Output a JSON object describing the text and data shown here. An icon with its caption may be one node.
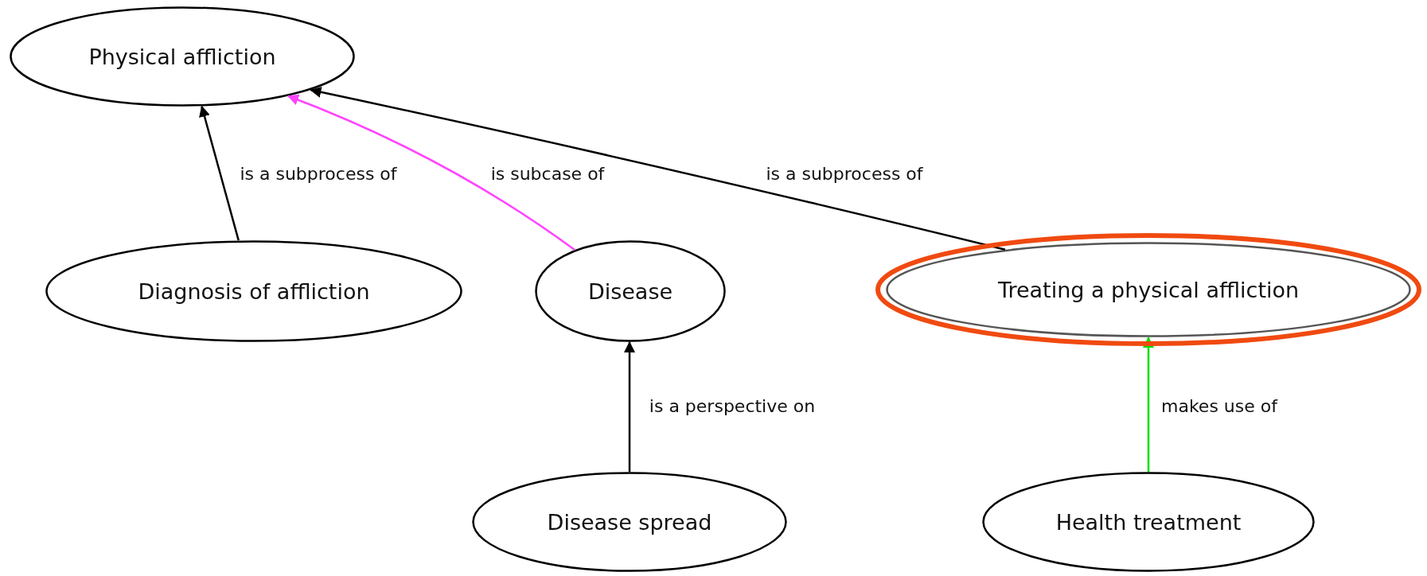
{
  "diagram": {
    "nodes": [
      {
        "text": [
          "Physical affliction"
        ]
      },
      {
        "text": [
          "Diagnosis of affliction"
        ]
      },
      {
        "text": [
          "Disease"
        ]
      },
      {
        "text": [
          "Treating a physical affliction"
        ]
      },
      {
        "text": [
          "Disease spread"
        ]
      },
      {
        "text": [
          "Health treatment"
        ]
      }
    ],
    "edges": [
      {
        "from": 1,
        "to": 0,
        "arrow": "to",
        "label": "is a subprocess of"
      },
      {
        "from": 2,
        "to": 0,
        "arrow": "to",
        "label": "is subcase of",
        "color": "#ff44ff"
      },
      {
        "from": 3,
        "to": 0,
        "arrow": "to",
        "label": "is a subprocess of"
      },
      {
        "from": 4,
        "to": 2,
        "arrow": "to",
        "label": "is a perspective on"
      },
      {
        "from": 5,
        "to": 3,
        "arrow": "to",
        "label": "makes use of",
        "color": "#00e000"
      }
    ]
  }
}
